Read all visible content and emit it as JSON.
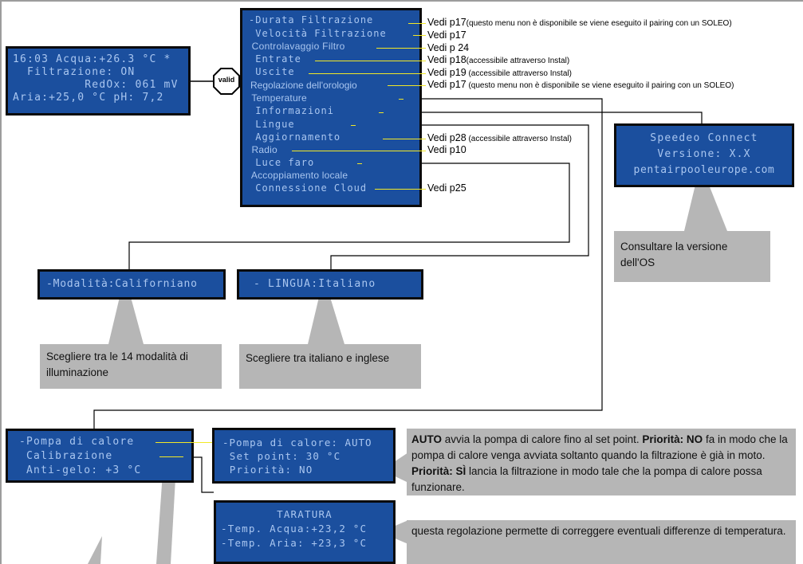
{
  "status_screen": {
    "line1": "16:03 Acqua:+26.3 °C *",
    "line2": "  Filtrazione: ON",
    "line3": "          RedOx: 061 mV",
    "line4": "Aria:+25,0 °C pH: 7,2"
  },
  "valid_button": "valid",
  "main_menu": [
    {
      "label": "-Durata Filtrazione",
      "ref": "Vedi p17",
      "note": "(questo menu non è disponibile se viene eseguito il pairing con un SOLEO)"
    },
    {
      "label": " Velocità Filtrazione",
      "ref": "Vedi p17",
      "note": ""
    },
    {
      "label": " Controlavaggio Filtro",
      "ref": "Vedi p 24",
      "note": ""
    },
    {
      "label": " Entrate",
      "ref": "Vedi p18",
      "note": "(accessibile attraverso Instal)"
    },
    {
      "label": " Uscite",
      "ref": "Vedi p19",
      "note": " (accessibile attraverso Instal)"
    },
    {
      "label": "Regolazione dell'orologio",
      "ref": "Vedi p17",
      "note": " (questo menu non è disponibile se viene eseguito il pairing con un SOLEO)"
    },
    {
      "label": " Temperature",
      "ref": "",
      "note": ""
    },
    {
      "label": " Informazioni",
      "ref": "",
      "note": ""
    },
    {
      "label": " Lingue",
      "ref": "",
      "note": ""
    },
    {
      "label": " Aggiornamento",
      "ref": "Vedi p28",
      "note": " (accessibile attraverso Instal)"
    },
    {
      "label": " Radio",
      "ref": "Vedi p10",
      "note": ""
    },
    {
      "label": " Luce faro",
      "ref": "",
      "note": ""
    },
    {
      "label": " Accoppiamento locale",
      "ref": "",
      "note": ""
    },
    {
      "label": " Connessione Cloud",
      "ref": "Vedi p25",
      "note": ""
    }
  ],
  "info_screen": {
    "line1": "Speedeo Connect",
    "line2": "Versione: X.X",
    "line3": "pentairpooleurope.com"
  },
  "info_callout": "Consultare la versione dell'OS",
  "light_screen": "-Modalità:Californiano",
  "light_callout": "Scegliere tra le 14 modalità di illuminazione",
  "lang_screen": "- LINGUA:Italiano",
  "lang_callout": "Scegliere tra italiano e inglese",
  "temp_screen": {
    "line1": "-Pompa di calore",
    "line2": " Calibrazione",
    "line3": " Anti-gelo: +3 °C"
  },
  "heatpump_screen": {
    "line1": "-Pompa di calore: AUTO",
    "line2": " Set point: 30 °C",
    "line3": " Priorità: NO"
  },
  "heatpump_callout": {
    "b1": "AUTO",
    "t1": " avvia la pompa di calore fino al set point. ",
    "b2": "Priorità: NO",
    "t2": " fa in modo che la pompa di calore venga avviata soltanto quando la filtrazione è già in moto. ",
    "b3": "Priorità: SÌ",
    "t3": " lancia la filtrazione in modo tale che la pompa di calore possa funzionare."
  },
  "calib_screen": {
    "line1": "TARATURA",
    "line2": "-Temp. Acqua:+23,2 °C",
    "line3": "-Temp. Aria: +23,3 °C"
  },
  "calib_callout": "questa regolazione permette di correggere eventuali differenze di temperatura.",
  "colors": {
    "lcd_bg": "#1b4f9e",
    "lcd_text": "#a9c6f0",
    "connector_yellow": "#f2e826",
    "callout_gray": "#b6b6b6"
  }
}
